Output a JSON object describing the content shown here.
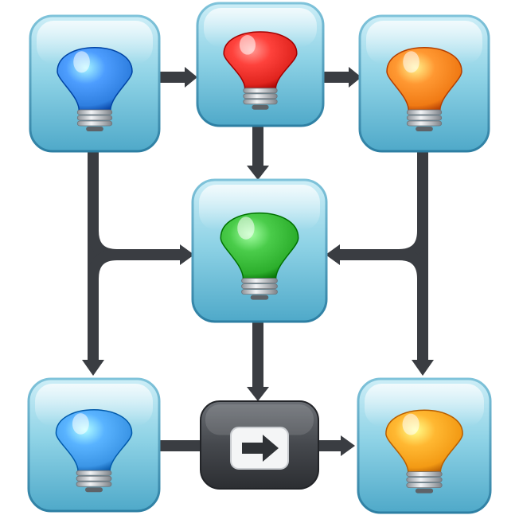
{
  "diagram": {
    "colors": {
      "background": "#ffffff",
      "tile": "#8fd3e6",
      "connector": "#3a3d42",
      "action_box": "#4a4d52"
    },
    "nodes": [
      {
        "id": "top-left",
        "type": "bulb",
        "bulb_color": "blue",
        "hex": "#2f7fe0"
      },
      {
        "id": "top-middle",
        "type": "bulb",
        "bulb_color": "red",
        "hex": "#e0241e"
      },
      {
        "id": "top-right",
        "type": "bulb",
        "bulb_color": "orange",
        "hex": "#f07a14"
      },
      {
        "id": "center",
        "type": "bulb",
        "bulb_color": "green",
        "hex": "#2cae2c"
      },
      {
        "id": "bottom-left",
        "type": "bulb",
        "bulb_color": "blue",
        "hex": "#3b95e6"
      },
      {
        "id": "bottom-middle",
        "type": "action",
        "icon": "right-arrow-icon"
      },
      {
        "id": "bottom-right",
        "type": "bulb",
        "bulb_color": "orange",
        "hex": "#f39a14"
      }
    ],
    "edges": [
      {
        "from": "top-left",
        "to": "top-middle"
      },
      {
        "from": "top-middle",
        "to": "top-right"
      },
      {
        "from": "top-middle",
        "to": "center"
      },
      {
        "from": "top-left",
        "to": "center"
      },
      {
        "from": "top-right",
        "to": "center"
      },
      {
        "from": "top-left",
        "to": "bottom-left"
      },
      {
        "from": "top-right",
        "to": "bottom-right"
      },
      {
        "from": "center",
        "to": "bottom-middle"
      },
      {
        "from": "bottom-left",
        "to": "bottom-middle"
      },
      {
        "from": "bottom-middle",
        "to": "bottom-right"
      }
    ]
  }
}
